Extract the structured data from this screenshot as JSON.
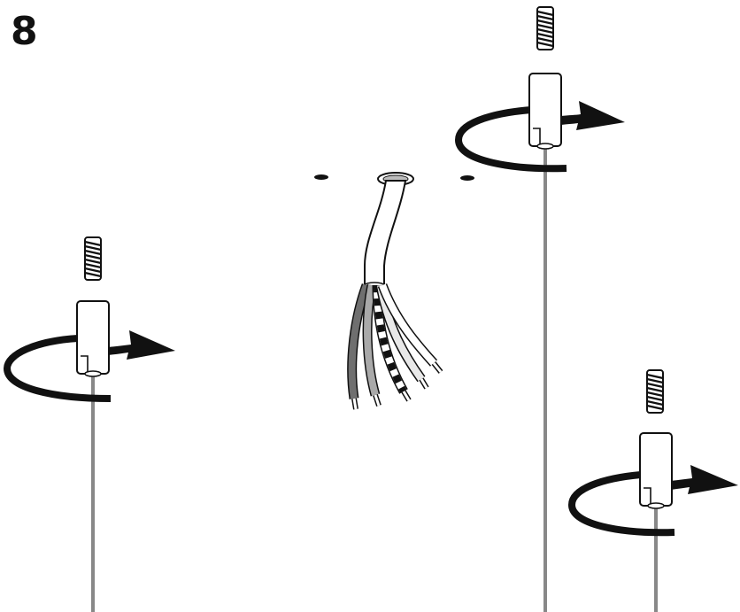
{
  "step": {
    "number": "8"
  },
  "parts": {
    "set_screw": "grub-screw-icon",
    "sleeve": "cable-gripper-sleeve-icon",
    "cable": "suspension-wire",
    "rotation": "clockwise-rotate-arrow-icon",
    "ceiling_cord": "power-cord-with-wires"
  },
  "colors": {
    "line": "#111111",
    "wire_dark": "#6f6f6f",
    "wire_mid": "#a9a9a9",
    "wire_light": "#e8e8e8",
    "stripe": "#111111"
  }
}
